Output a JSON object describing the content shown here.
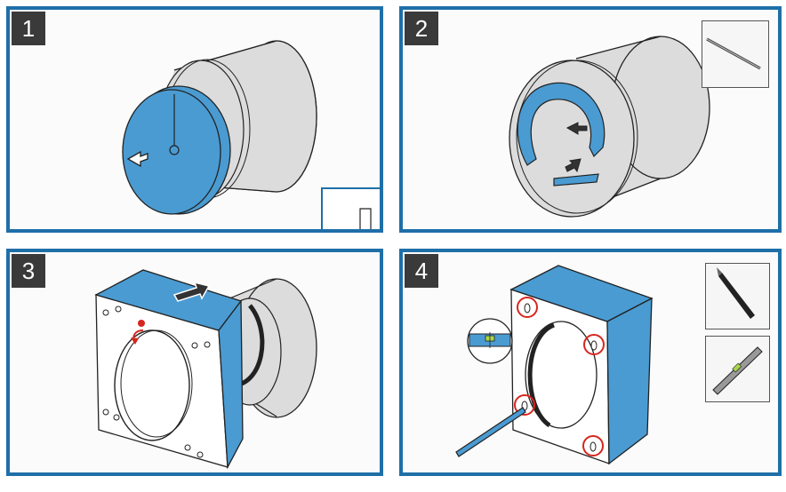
{
  "panels": [
    {
      "number": "1",
      "tools": []
    },
    {
      "number": "2",
      "tools": [
        "rod-icon"
      ]
    },
    {
      "number": "3",
      "tools": []
    },
    {
      "number": "4",
      "tools": [
        "pencil-icon",
        "spirit-level-icon"
      ]
    }
  ],
  "colors": {
    "frame": "#1f6fa8",
    "part_fill": "#4a9bd2",
    "duct_fill": "#dcdcdc",
    "marker_red": "#d7261e",
    "step_badge": "#3a3a3a"
  }
}
